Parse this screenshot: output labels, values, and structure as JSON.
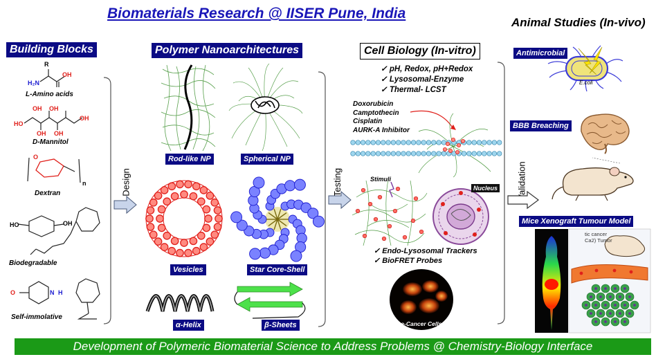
{
  "title": "Biomaterials Research @ IISER Pune, India",
  "sections": {
    "building_blocks": "Building Blocks",
    "polymer_nano": "Polymer Nanoarchitectures",
    "cell_biology": "Cell Biology (In-vitro)",
    "animal_studies": "Animal Studies (In-vivo)"
  },
  "building_blocks": {
    "amino_acids": "L-Amino acids",
    "mannitol": "D-Mannitol",
    "dextran": "Dextran",
    "biodegradable": "Biodegradable",
    "self_immolative": "Self-immolative",
    "atoms": {
      "R": "R",
      "H2N": "H₂N",
      "OH": "OH",
      "O": "O",
      "N": "N",
      "H": "H",
      "HO": "HO",
      "n": "n"
    }
  },
  "nanoarchitectures": {
    "rod": "Rod-like NP",
    "spherical": "Spherical NP",
    "vesicles": "Vesicles",
    "star": "Star Core-Shell",
    "helix": "α-Helix",
    "sheets": "β-Sheets"
  },
  "arrows": {
    "design": "Design",
    "testing": "Testing",
    "validation": "Validation"
  },
  "cell_biology": {
    "stimuli": [
      "pH, Redox, pH+Redox",
      "Lysosomal-Enzyme",
      "Thermal- LCST"
    ],
    "drugs": [
      "Doxorubicin",
      "Camptothecin",
      "Cisplatin",
      "AURK-A Inhibitor"
    ],
    "stimuli_label": "Stimuli",
    "nucleus": "Nucleus",
    "probes": [
      "Endo-Lysosomal Trackers",
      "BioFRET Probes"
    ],
    "live_cells": "Live-Cancer Cells"
  },
  "animal": {
    "antimicrobial": "Antimicrobial",
    "ecoli": "E.coli",
    "bbb": "BBB Breaching",
    "xenograft": "Mice Xenograft Tumour Model",
    "inset_text": [
      "tic cancer",
      "Ca2) Tumor"
    ]
  },
  "footer": "Development of Polymeric Biomaterial Science to Address Problems @ Chemistry-Biology Interface",
  "colors": {
    "title": "#1a17b8",
    "header_bg": "#0b0b84",
    "footer_bg": "#1b9a17",
    "chem_red": "#e0201b",
    "chem_blue": "#1a1ad0",
    "fiber": "#3a8f2c"
  }
}
